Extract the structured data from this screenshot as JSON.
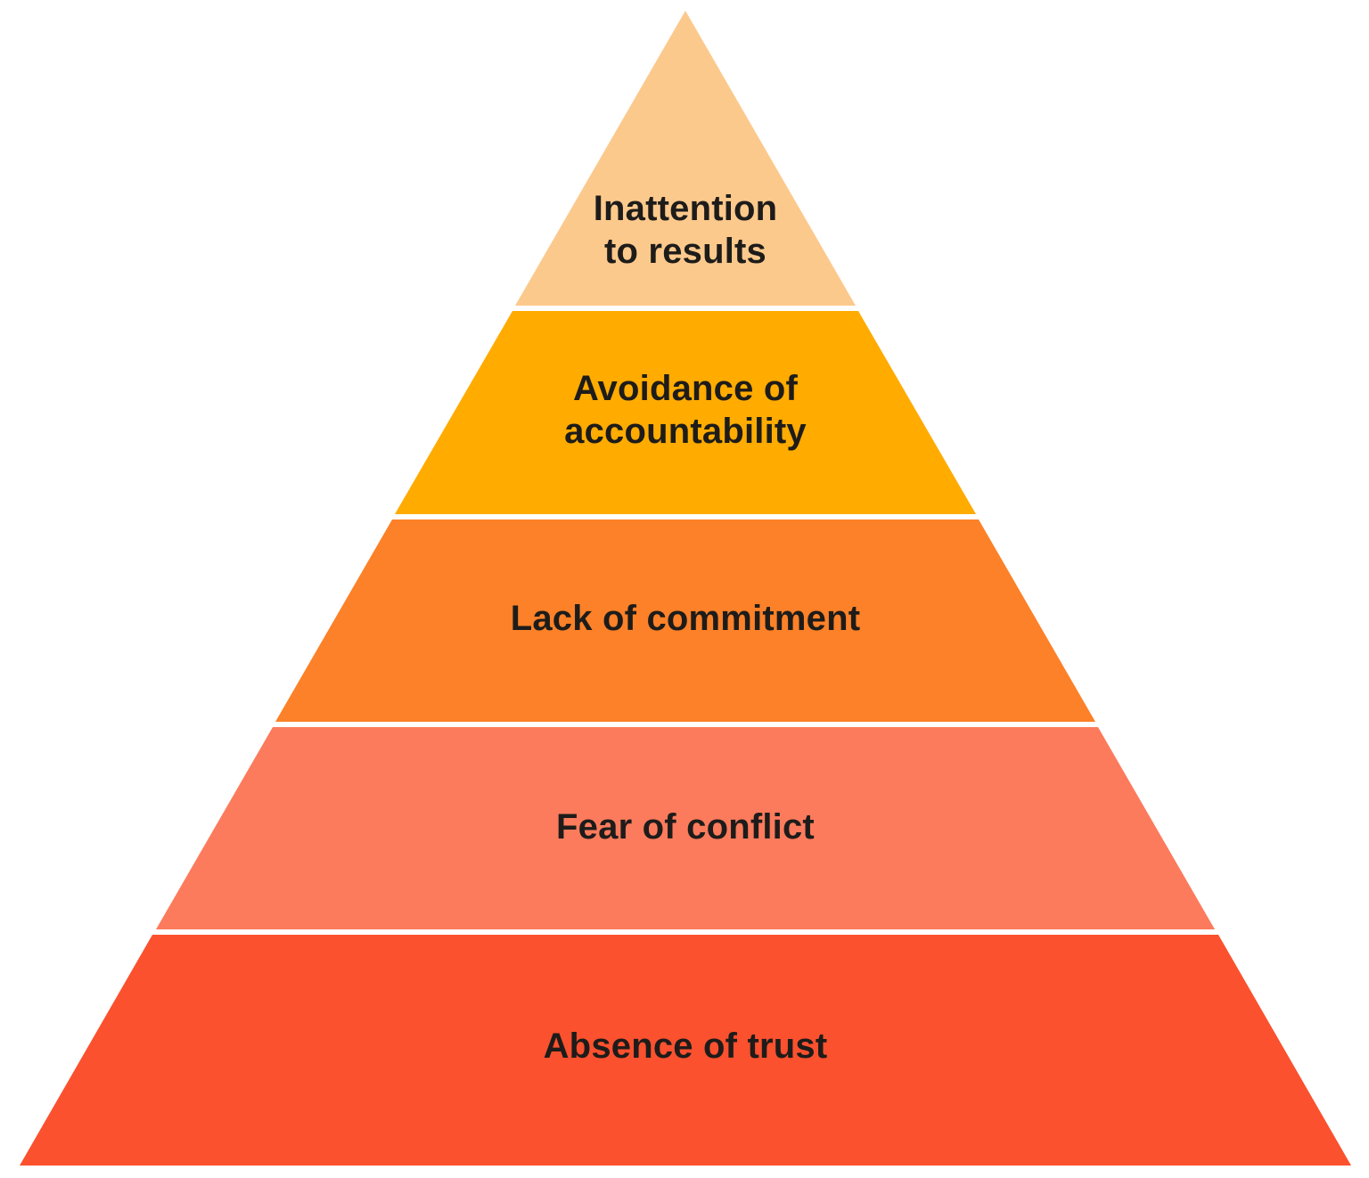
{
  "pyramid": {
    "background_color": "#FFFFFF",
    "separator_color": "#FFFFFF",
    "label_text_color": "#1D1C1A",
    "tiers": [
      {
        "label": "Inattention\nto results",
        "color": "#FCC98C"
      },
      {
        "label": "Avoidance of\naccountability",
        "color": "#FFAB00"
      },
      {
        "label": "Lack of commitment",
        "color": "#FC8128"
      },
      {
        "label": "Fear of conflict",
        "color": "#FC7B5C"
      },
      {
        "label": "Absence of trust",
        "color": "#FB512E"
      }
    ]
  }
}
